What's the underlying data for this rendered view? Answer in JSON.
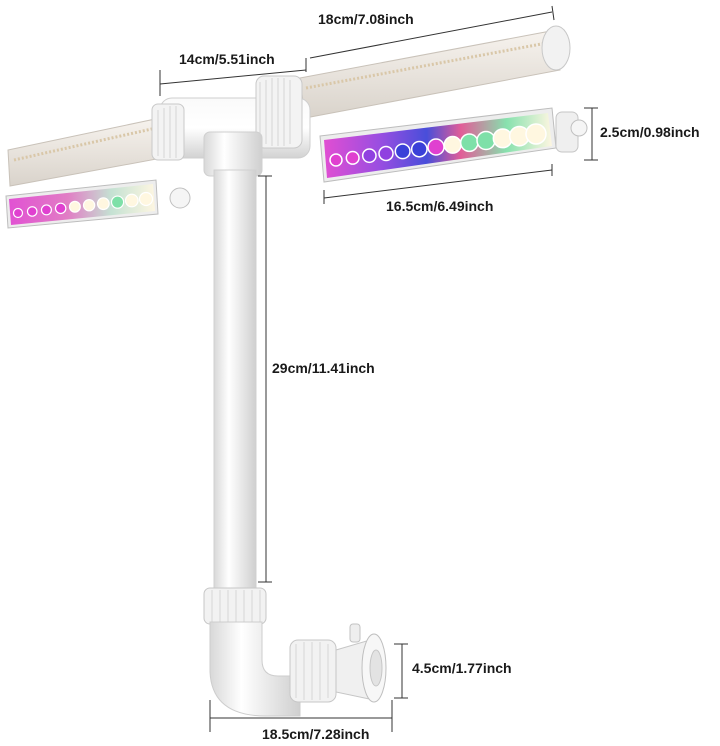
{
  "product": {
    "colors": {
      "pipe": "#f4f4f4",
      "pipe_shadow": "#d6d6d6",
      "bar_body": "#eeeae4",
      "light_pink": "#e040d0",
      "light_purple": "#9040e0",
      "light_blue": "#3a40d8",
      "light_green": "#7ee0a8",
      "light_white": "#fff7e0"
    }
  },
  "dimensions": {
    "top_bar_length": "18cm/7.08inch",
    "arm_span": "14cm/5.51inch",
    "light_height": "2.5cm/0.98inch",
    "light_length": "16.5cm/6.49inch",
    "pipe_length": "29cm/11.41inch",
    "nozzle_height": "4.5cm/1.77inch",
    "base_length": "18.5cm/7.28inch"
  }
}
